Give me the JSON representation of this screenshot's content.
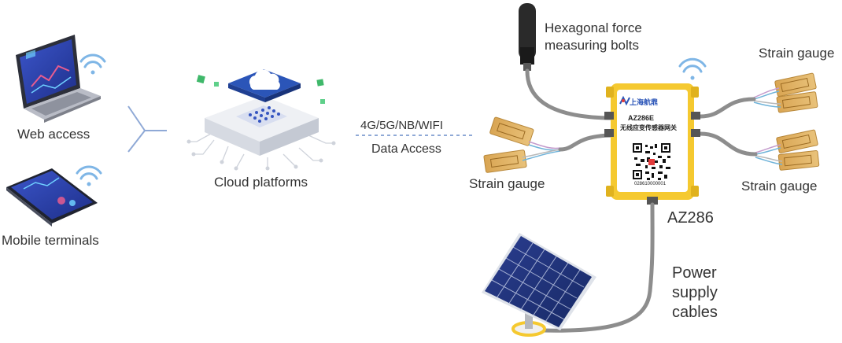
{
  "clients": {
    "web_label": "Web access",
    "mobile_label": "Mobile terminals"
  },
  "cloud": {
    "label": "Cloud platforms"
  },
  "link": {
    "top_label": "4G/5G/NB/WIFI",
    "bottom_label": "Data Access"
  },
  "device": {
    "model_label": "AZ286",
    "brand": "上海航鼎",
    "line1": "AZ286E",
    "line2": "无线应变传感器网关",
    "serial": "028610000001"
  },
  "sensors": {
    "bolt_label_line1": "Hexagonal force",
    "bolt_label_line2": "measuring bolts",
    "strain_left": "Strain gauge",
    "strain_top_right": "Strain gauge",
    "strain_bottom_right": "Strain gauge"
  },
  "power": {
    "line1": "Power",
    "line2": "supply",
    "line3": "cables"
  },
  "colors": {
    "device_yellow": "#f5c930",
    "cloud_blue": "#2b55b8",
    "wifi_blue": "#7fb6e6",
    "cable_gray": "#8d8d8d",
    "link_dash": "#8fa9d6"
  },
  "icons": [
    "laptop-icon",
    "phone-icon",
    "wifi-icon",
    "cloud-icon",
    "antenna-icon",
    "solar-panel-icon",
    "qr-code-icon",
    "strain-gauge-icon"
  ]
}
